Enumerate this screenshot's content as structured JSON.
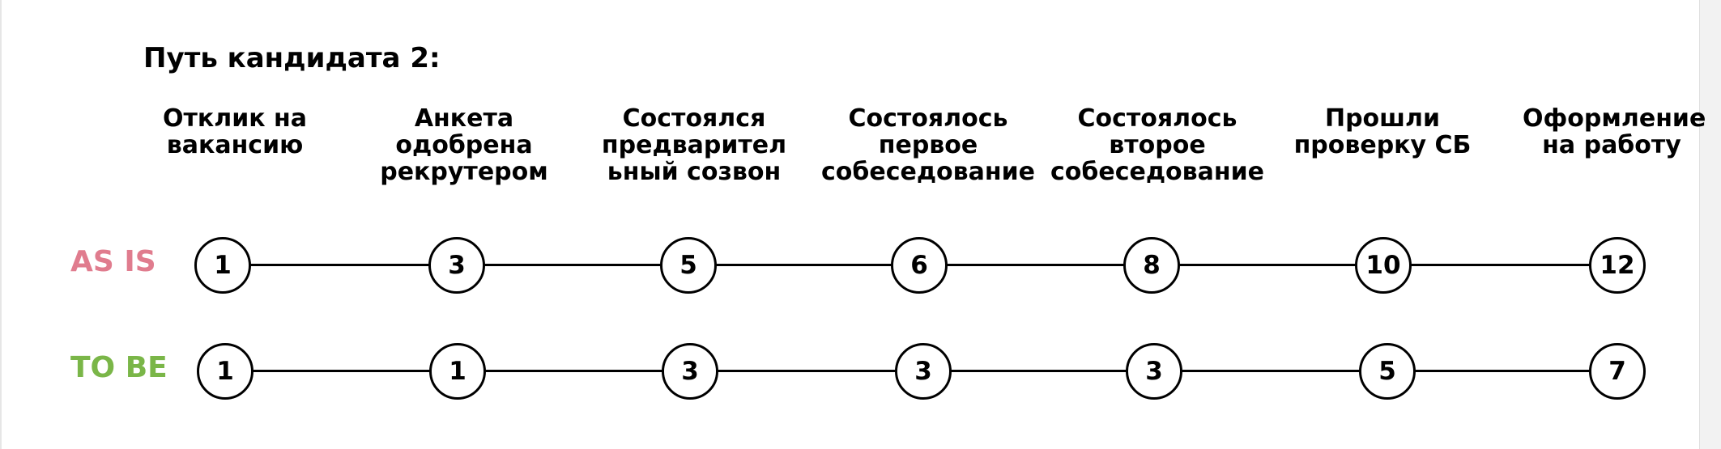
{
  "title": "Путь кандидата 2:",
  "stages": [
    "Отклик на вакансию",
    "Анкета одобрена рекрутером",
    "Состоялся предварител ьный созвон",
    "Состоялось первое собеседование",
    "Состоялось второе собеседование",
    "Прошли проверку СБ",
    "Оформление на работу"
  ],
  "rows": {
    "as_is": {
      "label": "AS IS",
      "color": "#e07c8e",
      "values": [
        "1",
        "3",
        "5",
        "6",
        "8",
        "10",
        "12"
      ]
    },
    "to_be": {
      "label": "TO BE",
      "color": "#7ab648",
      "values": [
        "1",
        "1",
        "3",
        "3",
        "3",
        "5",
        "7"
      ]
    }
  }
}
